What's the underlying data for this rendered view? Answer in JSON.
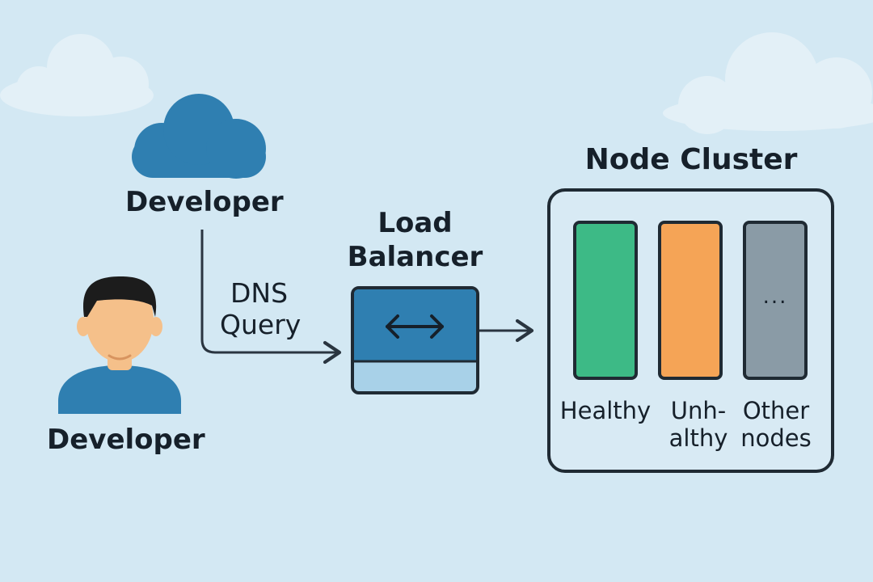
{
  "background_color": "#d3e8f3",
  "top_developer": {
    "label": "Developer",
    "icon": "cloud-icon",
    "icon_color": "#2f7fb1"
  },
  "bottom_developer": {
    "label": "Developer",
    "icon": "person-icon",
    "shirt_color": "#2f7fb1",
    "skin_color": "#f5c08a",
    "hair_color": "#1c1c1c"
  },
  "dns_query": {
    "line1": "DNS",
    "line2": "Query"
  },
  "load_balancer": {
    "line1": "Load",
    "line2": "Balancer",
    "icon": "bidirectional-arrow-icon",
    "top_color": "#2f7fb1",
    "bottom_color": "#a8d1e8"
  },
  "node_cluster": {
    "title": "Node Cluster",
    "nodes": [
      {
        "line1": "Healthy",
        "line2": "",
        "color": "#3dba86"
      },
      {
        "line1": "Unh-",
        "line2": "althy",
        "color": "#f5a456"
      },
      {
        "line1": "Other",
        "line2": "nodes",
        "color": "#8a9ba6",
        "icon": "ellipsis-icon",
        "icon_text": "..."
      }
    ]
  }
}
